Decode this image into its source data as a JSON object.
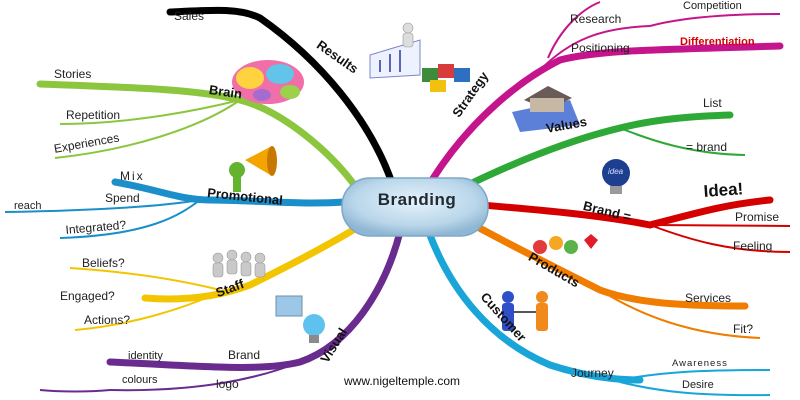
{
  "center": {
    "label": "Branding"
  },
  "branches": {
    "results": {
      "label": "Results",
      "color": "#000000",
      "items": [
        "Sales"
      ]
    },
    "brain": {
      "label": "Brain",
      "color": "#8cc63f",
      "items": [
        "Stories",
        "Repetition",
        "Experiences"
      ]
    },
    "promotional": {
      "label": "Promotional",
      "color": "#1b8fc9",
      "items": [
        "Mix",
        "Spend",
        "reach",
        "Integrated?"
      ]
    },
    "staff": {
      "label": "Staff",
      "color": "#f2c500",
      "items": [
        "Beliefs?",
        "Engaged?",
        "Actions?"
      ]
    },
    "visual": {
      "label": "Visual",
      "color": "#6a2b8f",
      "items": [
        "Brand",
        "identity",
        "logo",
        "colours"
      ]
    },
    "strategy": {
      "label": "Strategy",
      "color": "#c4158c",
      "items": [
        "Research",
        "Competition",
        "Positioning",
        "Differentiation"
      ]
    },
    "values": {
      "label": "Values",
      "color": "#2ea836",
      "items": [
        "List",
        "= brand"
      ]
    },
    "brand_eq": {
      "label": "Brand =",
      "color": "#d40000",
      "items": [
        "Idea!",
        "Promise",
        "Feeling"
      ]
    },
    "products": {
      "label": "Products",
      "color": "#f07d00",
      "items": [
        "Services",
        "Fit?"
      ]
    },
    "customer": {
      "label": "Customer",
      "color": "#19a5d8",
      "items": [
        "Journey",
        "Awareness",
        "Desire"
      ]
    }
  },
  "footer": {
    "url": "www.nigeltemple.com"
  },
  "icons": {
    "bulb_text": "idea"
  }
}
